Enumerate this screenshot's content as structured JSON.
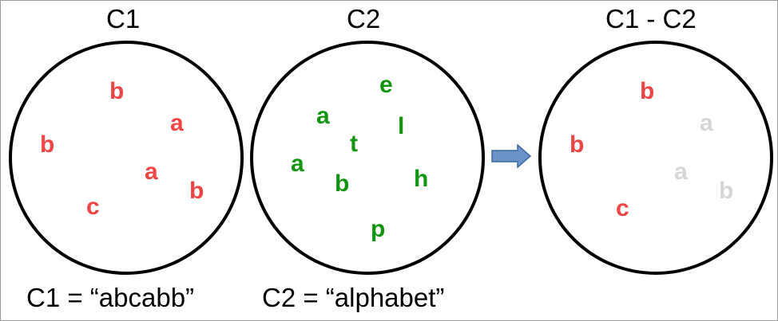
{
  "headings": {
    "c1": "C1",
    "c2": "C2",
    "diff": "C1 - C2"
  },
  "captions": {
    "c1": "C1 = “abcabb”",
    "c2": "C2 = “alphabet”"
  },
  "colors": {
    "kept": "#f04545",
    "c2": "#129612",
    "removed": "#d6d6d6",
    "arrow": "#6b93c9"
  },
  "c1_letters": [
    "b",
    "a",
    "b",
    "a",
    "b",
    "c"
  ],
  "c2_letters": [
    "e",
    "a",
    "l",
    "t",
    "a",
    "h",
    "b",
    "p"
  ],
  "diff_letters": [
    "b",
    "a",
    "b",
    "a",
    "b",
    "c"
  ],
  "diff_removed": [
    false,
    true,
    false,
    true,
    true,
    false
  ],
  "arrow_icon": "right-arrow-icon"
}
